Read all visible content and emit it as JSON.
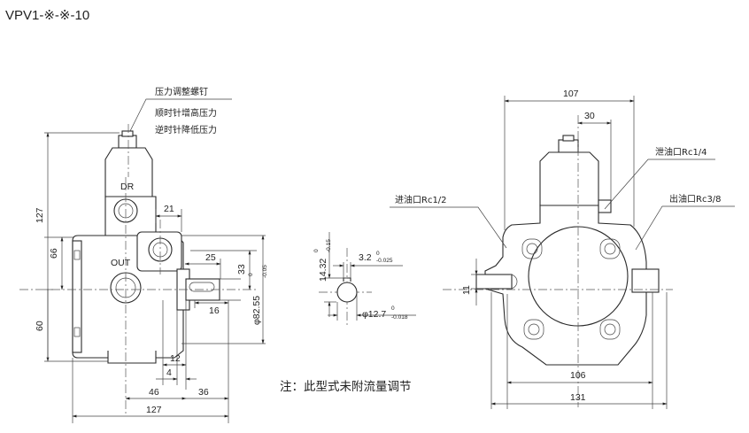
{
  "title": "VPV1-※-※-10",
  "annotations": {
    "adjust_screw": "压力调整螺钉",
    "cw_increase": "顺时针增高压力",
    "ccw_decrease": "逆时针降低压力",
    "inlet_port": "进油口Rc1/2",
    "drain_port": "泄油口Rc1/4",
    "outlet_port": "出油口Rc3/8",
    "dr_label": "DR",
    "out_label": "OUT",
    "note": "注：此型式未附流量调节"
  },
  "dimensions": {
    "d127_vertical": "127",
    "d66": "66",
    "d60": "60",
    "d21": "21",
    "d25": "25",
    "d33": "33",
    "d16": "16",
    "d12": "12",
    "d4": "4",
    "d46": "46",
    "d36": "36",
    "d127_bottom": "127",
    "phi82": "φ82.55",
    "phi82_tol_upper": "0",
    "phi82_tol_lower": "-0.05",
    "d14_32": "14.32",
    "d14_32_tol_upper": "0",
    "d14_32_tol_lower": "-0.15",
    "d3_2": "3.2",
    "d3_2_tol_upper": "0",
    "d3_2_tol_lower": "-0.025",
    "phi12_7": "φ12.7",
    "phi12_7_tol_upper": "0",
    "phi12_7_tol_lower": "-0.018",
    "d107": "107",
    "d30": "30",
    "d11": "11",
    "d106": "106",
    "d131": "131"
  }
}
